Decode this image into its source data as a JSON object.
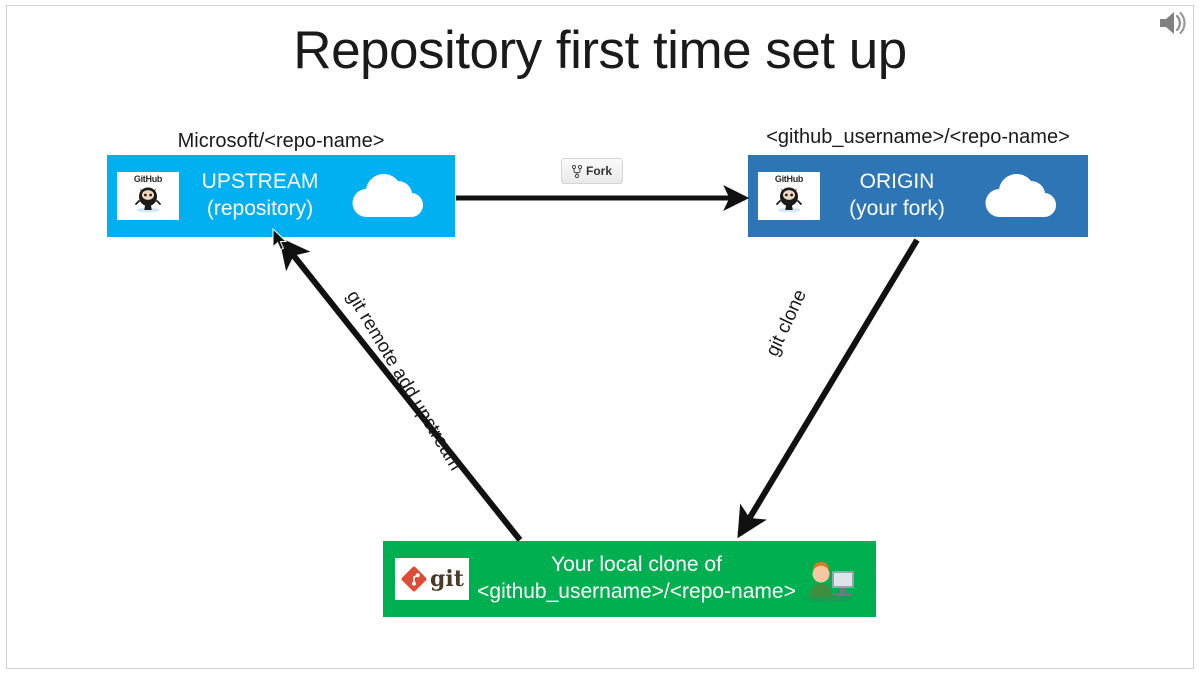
{
  "slide": {
    "title": "Repository first time set up",
    "audio_icon": "speaker-icon"
  },
  "nodes": {
    "upstream": {
      "caption": "Microsoft/<repo-name>",
      "line1": "UPSTREAM",
      "line2": "(repository)",
      "color": "#00b0f0",
      "logo": "github-logo",
      "logo_wordmark": "GitHub",
      "decoration": "cloud-icon"
    },
    "origin": {
      "caption": "<github_username>/<repo-name>",
      "line1": "ORIGIN",
      "line2": "(your fork)",
      "color": "#2e75b6",
      "logo": "github-logo",
      "logo_wordmark": "GitHub",
      "decoration": "cloud-icon"
    },
    "local": {
      "line1": "Your local clone of",
      "line2": "<github_username>/<repo-name>",
      "color": "#00b050",
      "logo": "git-logo",
      "logo_wordmark": "git",
      "decoration": "person-at-computer-icon"
    }
  },
  "edges": {
    "fork": {
      "label": "Fork",
      "icon": "fork-branch-icon"
    },
    "clone": {
      "label": "git clone"
    },
    "remote_add": {
      "label": "git remote add upstream"
    }
  },
  "chart_data": {
    "type": "diagram",
    "title": "Repository first time set up",
    "nodes": [
      {
        "id": "upstream",
        "label": "UPSTREAM (repository)",
        "caption": "Microsoft/<repo-name>",
        "color": "#00b0f0"
      },
      {
        "id": "origin",
        "label": "ORIGIN (your fork)",
        "caption": "<github_username>/<repo-name>",
        "color": "#2e75b6"
      },
      {
        "id": "local",
        "label": "Your local clone of <github_username>/<repo-name>",
        "color": "#00b050"
      }
    ],
    "edges": [
      {
        "from": "upstream",
        "to": "origin",
        "label": "Fork"
      },
      {
        "from": "origin",
        "to": "local",
        "label": "git clone"
      },
      {
        "from": "local",
        "to": "upstream",
        "label": "git remote add upstream"
      }
    ]
  }
}
